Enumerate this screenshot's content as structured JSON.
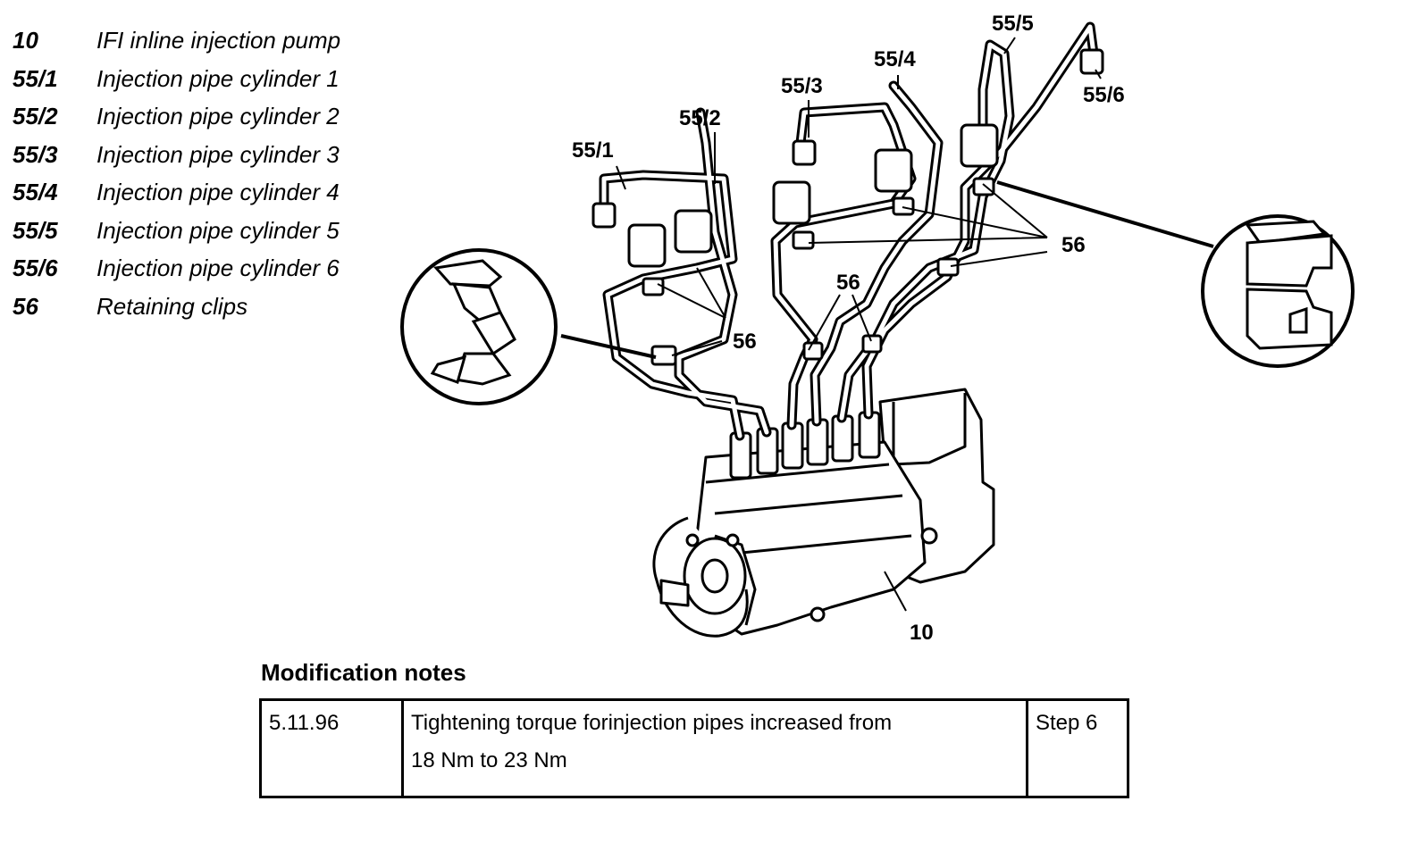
{
  "legend": [
    {
      "code": "10",
      "desc": "IFI inline injection pump"
    },
    {
      "code": "55/1",
      "desc": "Injection pipe cylinder 1"
    },
    {
      "code": "55/2",
      "desc": "Injection pipe cylinder 2"
    },
    {
      "code": "55/3",
      "desc": "Injection pipe cylinder 3"
    },
    {
      "code": "55/4",
      "desc": "Injection pipe cylinder 4"
    },
    {
      "code": "55/5",
      "desc": "Injection pipe cylinder 5"
    },
    {
      "code": "55/6",
      "desc": "Injection pipe cylinder 6"
    },
    {
      "code": "56",
      "desc": "Retaining clips"
    }
  ],
  "callouts": {
    "p1": "55/1",
    "p2": "55/2",
    "p3": "55/3",
    "p4": "55/4",
    "p5": "55/5",
    "p6": "55/6",
    "clips_a": "56",
    "clips_b": "56",
    "clips_c": "56",
    "pump": "10"
  },
  "notes": {
    "title": "Modification notes",
    "row": {
      "date": "5.11.96",
      "line1": "Tightening torque forinjection pipes increased from",
      "line2": "18 Nm to 23 Nm",
      "step": "Step 6"
    }
  }
}
